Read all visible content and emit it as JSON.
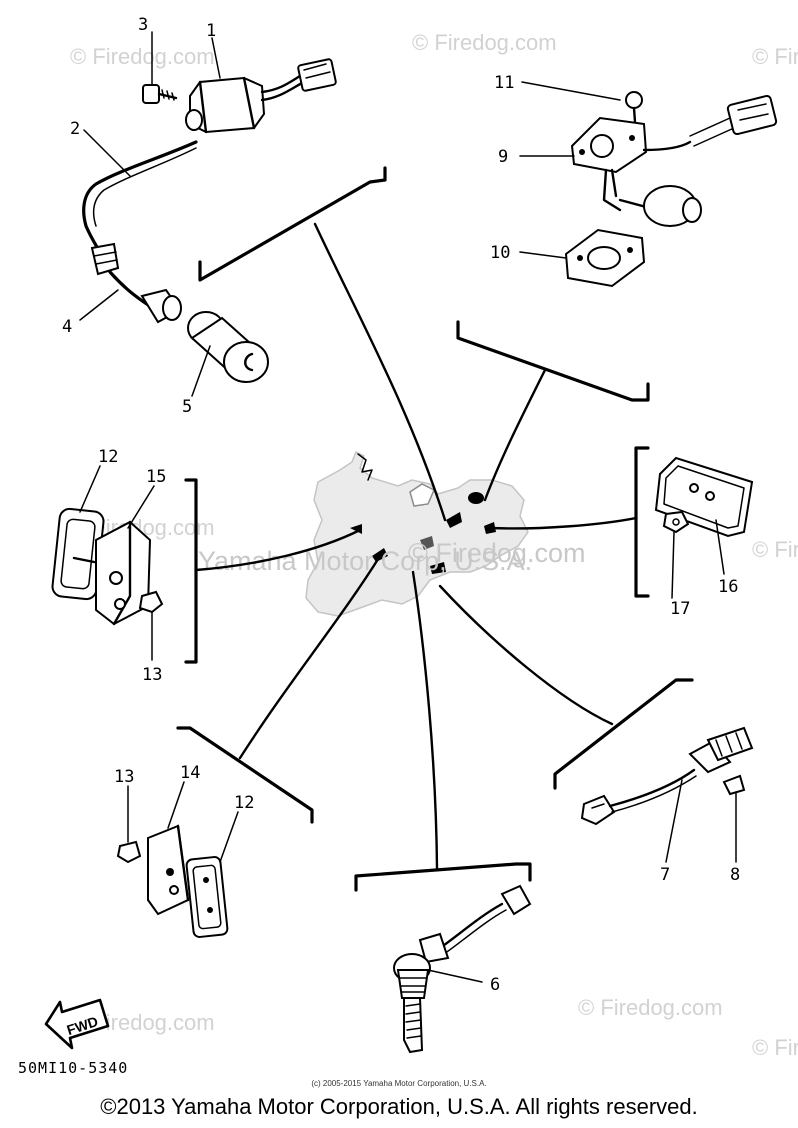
{
  "watermark": "© Firedog.com",
  "center_watermark": "Yamaha Motor Corp, U.S.A.",
  "center_watermark_overlay": "© Firedog.com",
  "fwd_arrow_label": "FWD",
  "reference_code": "50MI10-5340",
  "small_copyright": "(c) 2005-2015 Yamaha Motor Corporation, U.S.A.",
  "copyright": "©2013 Yamaha Motor Corporation, U.S.A. All rights reserved.",
  "part_labels": {
    "p1": "1",
    "p2": "2",
    "p3": "3",
    "p4": "4",
    "p5": "5",
    "p6": "6",
    "p7": "7",
    "p8": "8",
    "p9": "9",
    "p10": "10",
    "p11": "11",
    "p12a": "12",
    "p12b": "12",
    "p13a": "13",
    "p13b": "13",
    "p14": "14",
    "p15": "15",
    "p16": "16",
    "p17": "17"
  }
}
